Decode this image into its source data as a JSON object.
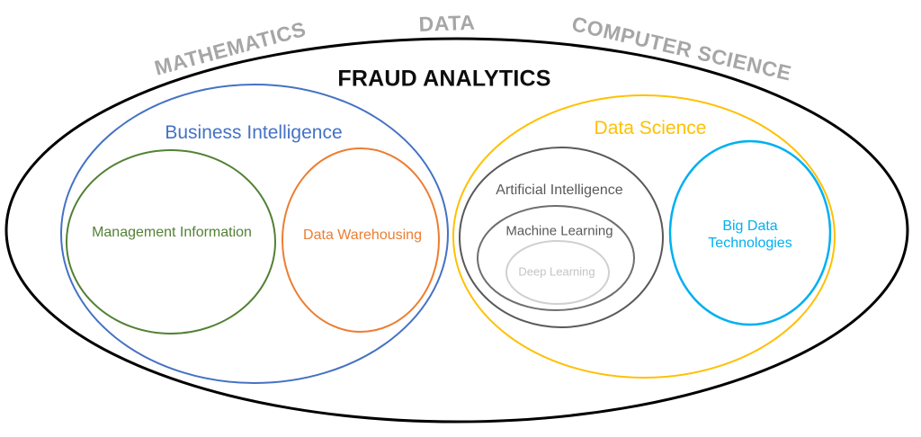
{
  "colors": {
    "outer_ellipse": "#000000",
    "outside_label": "#A6A6A6",
    "title": "#0d0d0d",
    "business_intelligence": "#4472C4",
    "data_science": "#FFC000",
    "management_information": "#538135",
    "data_warehousing": "#ED7D31",
    "artificial_intelligence": "#595959",
    "machine_learning": "#6E6E6E",
    "machine_learning_text": "#595959",
    "deep_learning": "#D0D0D0",
    "deep_learning_text": "#C4C4C4",
    "big_data": "#00B0F0"
  },
  "labels": {
    "title": "FRAUD ANALYTICS",
    "mathematics": "MATHEMATICS",
    "data": "DATA",
    "computer_science": "COMPUTER SCIENCE",
    "business_intelligence": "Business Intelligence",
    "data_science": "Data Science",
    "management_information": "Management Information",
    "data_warehousing": "Data Warehousing",
    "artificial_intelligence": "Artificial Intelligence",
    "machine_learning": "Machine Learning",
    "deep_learning": "Deep Learning",
    "big_data_line1": "Big Data",
    "big_data_line2": "Technologies"
  }
}
